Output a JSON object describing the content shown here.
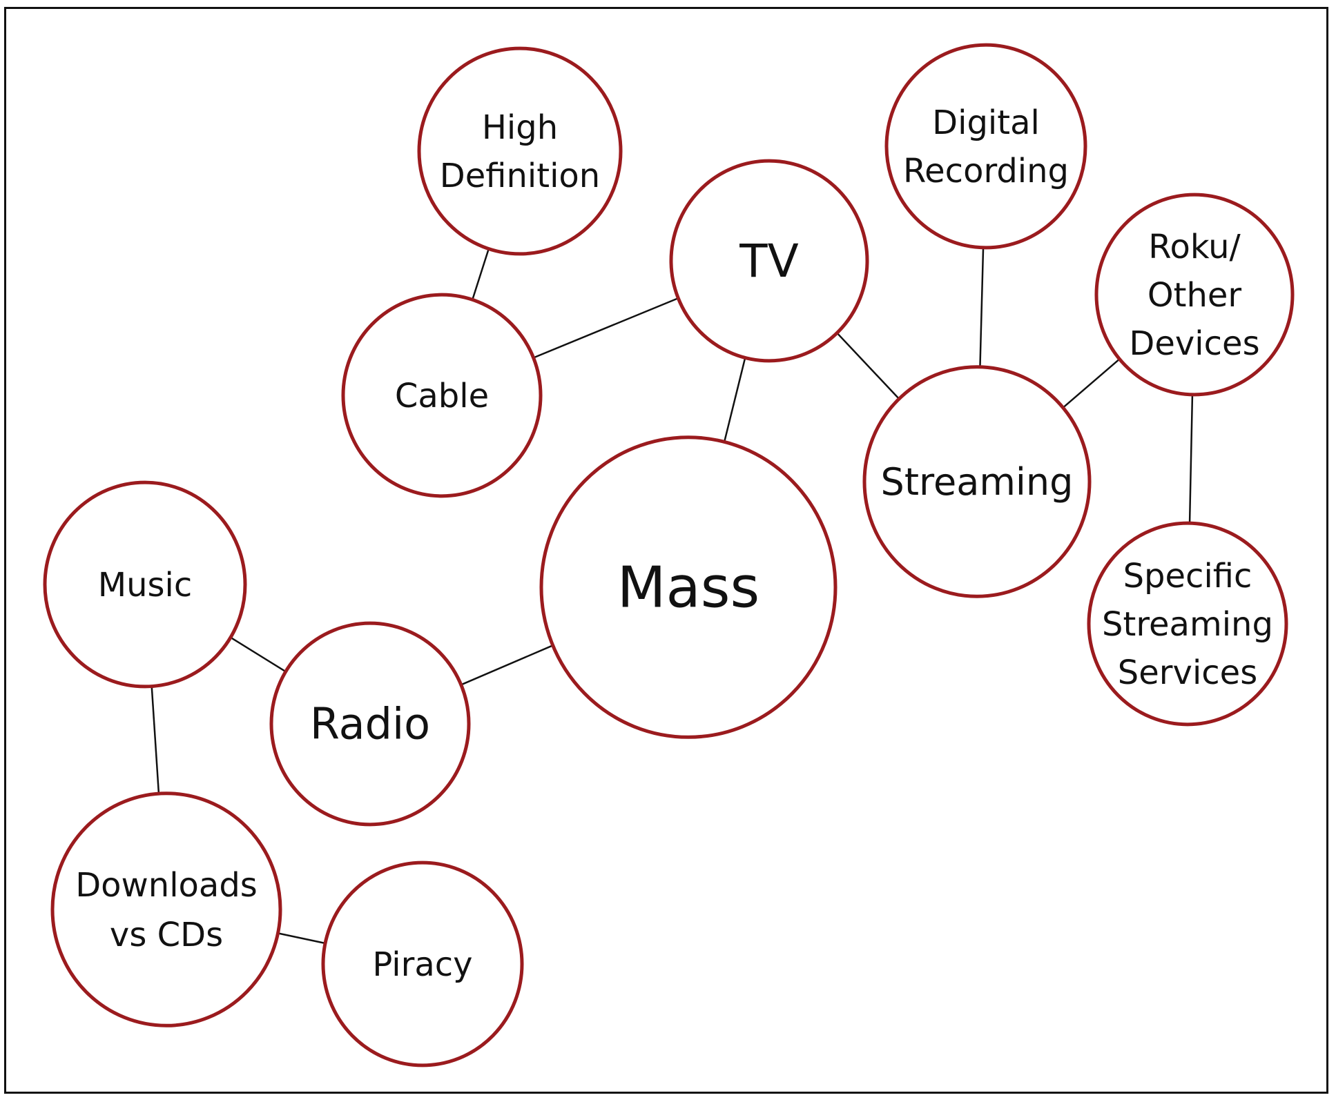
{
  "diagram": {
    "type": "concept-map",
    "colors": {
      "circle_stroke": "#9b1b1e",
      "line": "#111111",
      "text": "#111111",
      "frame": "#111111"
    },
    "nodes": [
      {
        "id": "high-definition",
        "label": [
          "High",
          "Definition"
        ]
      },
      {
        "id": "digital-recording",
        "label": [
          "Digital",
          "Recording"
        ]
      },
      {
        "id": "tv",
        "label": [
          "TV"
        ]
      },
      {
        "id": "roku",
        "label": [
          "Roku/",
          "Other",
          "Devices"
        ]
      },
      {
        "id": "cable",
        "label": [
          "Cable"
        ]
      },
      {
        "id": "streaming",
        "label": [
          "Streaming"
        ]
      },
      {
        "id": "mass",
        "label": [
          "Mass"
        ]
      },
      {
        "id": "music",
        "label": [
          "Music"
        ]
      },
      {
        "id": "specific-streaming",
        "label": [
          "Specific",
          "Streaming",
          "Services"
        ]
      },
      {
        "id": "radio",
        "label": [
          "Radio"
        ]
      },
      {
        "id": "downloads",
        "label": [
          "Downloads",
          "vs CDs"
        ]
      },
      {
        "id": "piracy",
        "label": [
          "Piracy"
        ]
      }
    ],
    "edges": [
      [
        "high-definition",
        "cable"
      ],
      [
        "cable",
        "tv"
      ],
      [
        "tv",
        "mass"
      ],
      [
        "tv",
        "streaming"
      ],
      [
        "digital-recording",
        "streaming"
      ],
      [
        "streaming",
        "roku"
      ],
      [
        "roku",
        "specific-streaming"
      ],
      [
        "mass",
        "radio"
      ],
      [
        "radio",
        "music"
      ],
      [
        "music",
        "downloads"
      ],
      [
        "downloads",
        "piracy"
      ]
    ]
  }
}
